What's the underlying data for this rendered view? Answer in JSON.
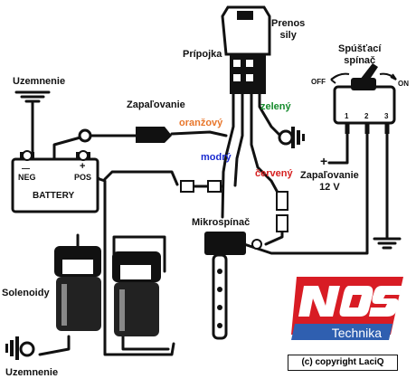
{
  "labels": {
    "ground_top": "Uzemnenie",
    "ignition_fuse": "Zapaľovanie",
    "relay_connector": "Prípojka",
    "relay_title": "Prenos\nsily",
    "arming_switch": "Spúšťací\nspínač",
    "switch_off": "OFF",
    "switch_on": "ON",
    "switch_pins": [
      "1",
      "2",
      "3"
    ],
    "wire_orange": "oranžový",
    "wire_green": "zelený",
    "wire_blue": "modrý",
    "wire_red": "červený",
    "ignition_12v": "Zapaľovanie\n12 V",
    "plus_sign": "+",
    "microswitch": "Mikrospínač",
    "solenoids": "Solenoidy",
    "ground_bottom": "Uzemnenie",
    "battery_neg": "NEG",
    "battery_pos": "POS",
    "battery_minus": "—",
    "battery_plus": "+",
    "battery_name": "BATTERY"
  },
  "logo": {
    "brand": "NOS",
    "subtitle": "Technika"
  },
  "copyright": "(c)  copyright  LaciQ",
  "colors": {
    "orange": "#e8762b",
    "blue": "#1a2bd0",
    "green": "#138a2a",
    "red": "#d61f1f",
    "logo_red": "#d81c24",
    "logo_band": "#2f5fb0"
  }
}
